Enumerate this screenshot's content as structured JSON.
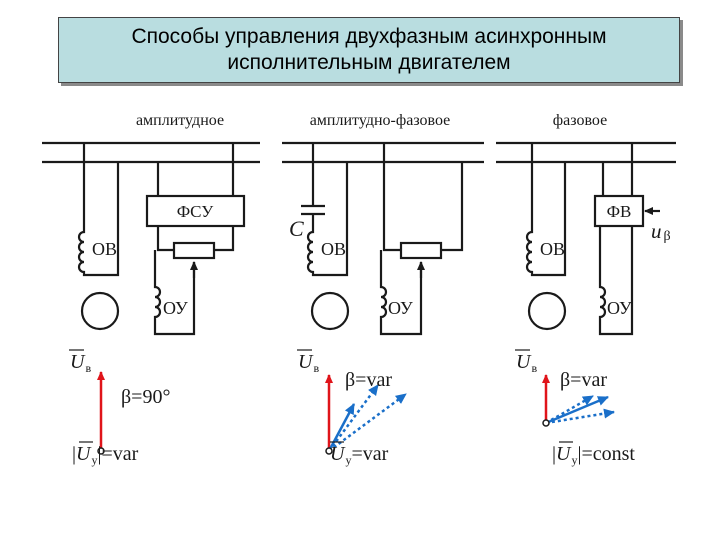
{
  "title": {
    "line1": "Способы управления двухфазным асинхронным",
    "line2": "исполнительным двигателем"
  },
  "schemes": [
    {
      "heading": "амплитудное",
      "winding_excitation": "ОВ",
      "winding_control": "ОУ",
      "block": "ФСУ",
      "vector_top": "U",
      "vector_top_sub": "в",
      "beta_label": "β=90°",
      "vector_bottom_prefix": "|",
      "vector_bottom": "U",
      "vector_bottom_sub": "у",
      "vector_bottom_suffix": "|=var"
    },
    {
      "heading": "амплитудно-фазовое",
      "capacitor": "C",
      "winding_excitation": "ОВ",
      "winding_control": "ОУ",
      "vector_top": "U",
      "vector_top_sub": "в",
      "beta_label": "β=var",
      "vector_bottom": "U",
      "vector_bottom_sub": "у",
      "vector_bottom_suffix": "=var"
    },
    {
      "heading": "фазовое",
      "winding_excitation": "ОВ",
      "winding_control": "ОУ",
      "block": "ФВ",
      "input_label": "u",
      "input_sub": "β",
      "vector_top": "U",
      "vector_top_sub": "в",
      "beta_label": "β=var",
      "vector_bottom_prefix": "|",
      "vector_bottom": "U",
      "vector_bottom_sub": "у",
      "vector_bottom_suffix": "|=const"
    }
  ],
  "colors": {
    "title_bg": "#b9dde0",
    "wire": "#1a1a1a",
    "vector_red": "#e0141a",
    "vector_blue": "#1a6fc9"
  }
}
